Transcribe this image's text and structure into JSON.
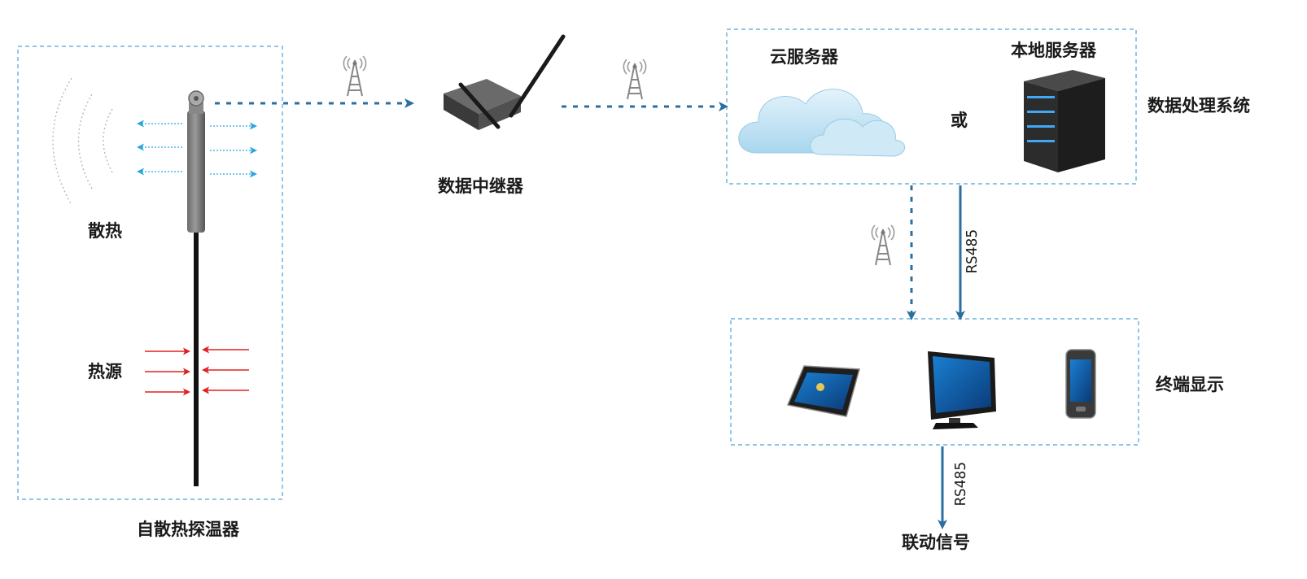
{
  "labels": {
    "heat_dissipation": "散热",
    "heat_source": "热源",
    "sensor": "自散热探温器",
    "relay": "数据中继器",
    "cloud_server": "云服务器",
    "or": "或",
    "local_server": "本地服务器",
    "processing_system": "数据处理系统",
    "terminal_display": "终端显示",
    "rs485_upper": "RS485",
    "rs485_lower": "RS485",
    "linkage_signal": "联动信号"
  },
  "colors": {
    "box_border": "#4aa3d8",
    "dashed_link": "#2a6fa0",
    "solid_link": "#2a6fa0",
    "heat_out_arrow": "#29a6e0",
    "heat_in_arrow": "#e02020",
    "cloud": "#bfe1f2",
    "server": "#2c2c2c",
    "server_light": "#3fa9f5"
  },
  "icons": [
    "wireless-tower-icon",
    "cloud-icon",
    "server-icon",
    "tablet-icon",
    "monitor-icon",
    "phone-icon",
    "router-icon",
    "probe-icon"
  ]
}
